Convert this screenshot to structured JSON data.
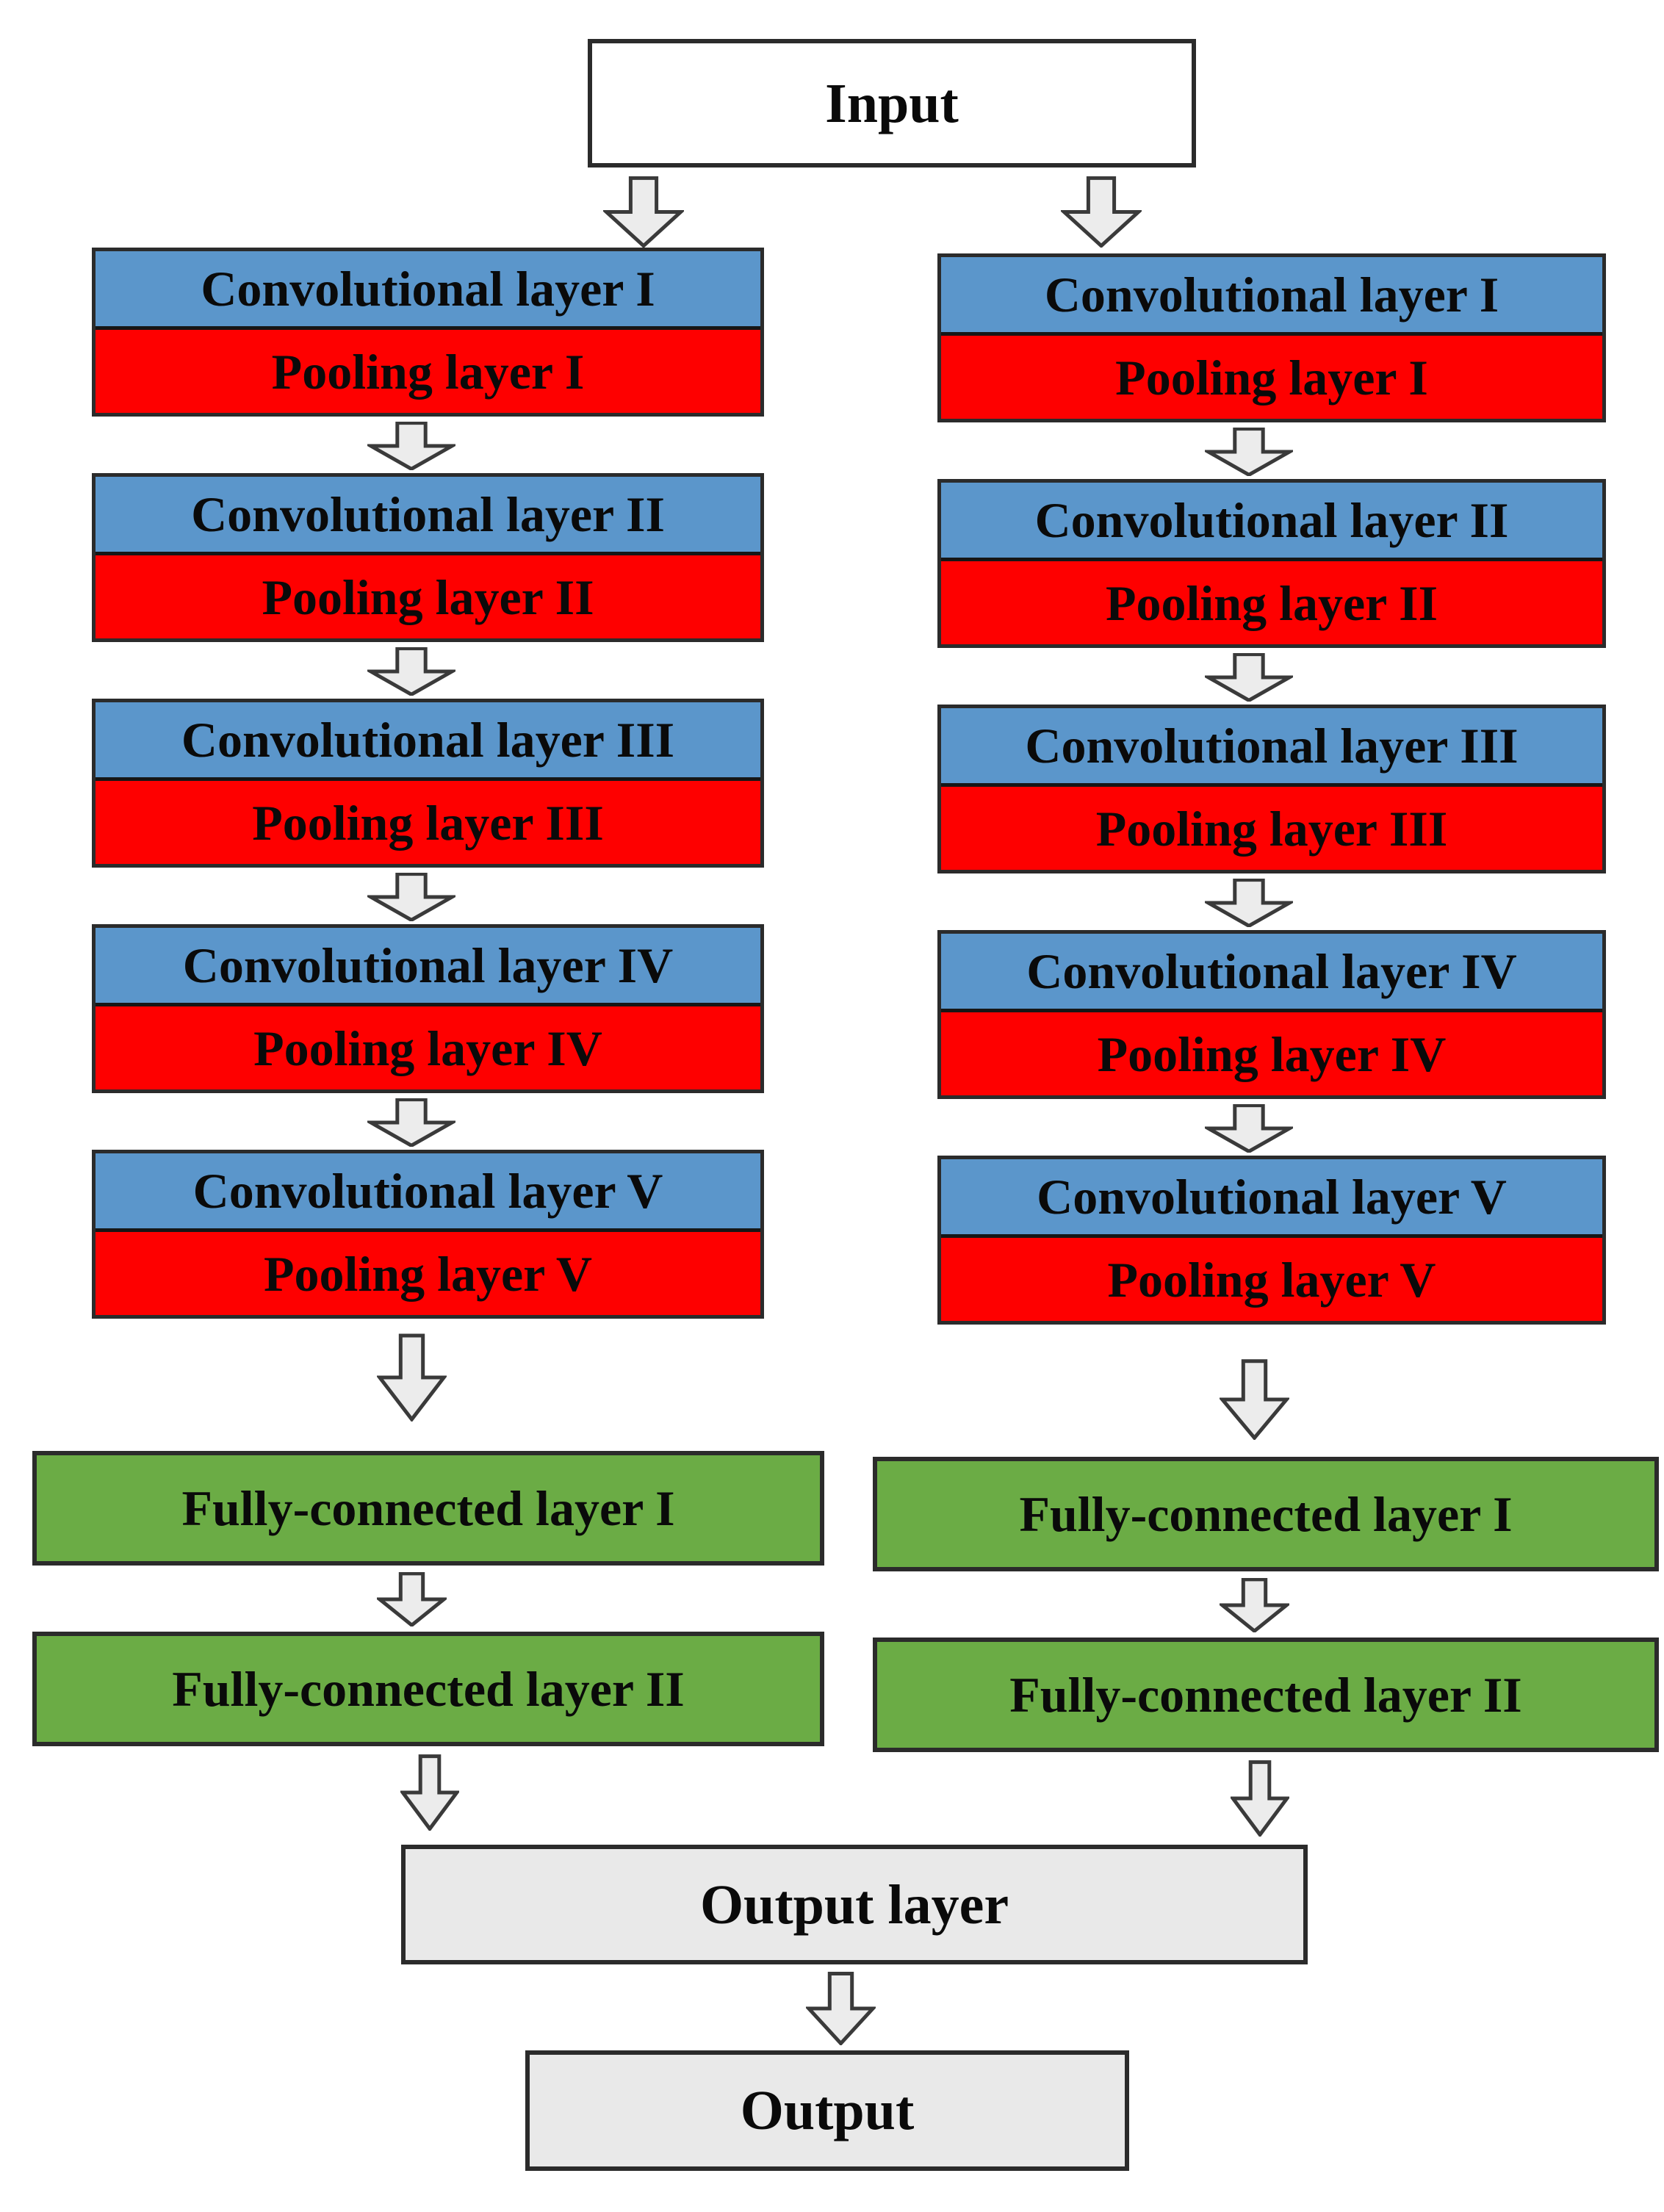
{
  "diagram": {
    "input_label": "Input",
    "output_layer_label": "Output layer",
    "output_label": "Output",
    "columns": [
      {
        "side": "left",
        "blocks": [
          {
            "conv": "Convolutional layer I",
            "pool": "Pooling layer I"
          },
          {
            "conv": "Convolutional layer II",
            "pool": "Pooling layer II"
          },
          {
            "conv": "Convolutional layer III",
            "pool": "Pooling layer III"
          },
          {
            "conv": "Convolutional layer IV",
            "pool": "Pooling layer IV"
          },
          {
            "conv": "Convolutional layer V",
            "pool": "Pooling layer V"
          }
        ],
        "fully_connected": [
          "Fully-connected layer I",
          "Fully-connected layer II"
        ]
      },
      {
        "side": "right",
        "blocks": [
          {
            "conv": "Convolutional layer I",
            "pool": "Pooling layer I"
          },
          {
            "conv": "Convolutional layer II",
            "pool": "Pooling layer II"
          },
          {
            "conv": "Convolutional layer III",
            "pool": "Pooling layer III"
          },
          {
            "conv": "Convolutional layer IV",
            "pool": "Pooling layer IV"
          },
          {
            "conv": "Convolutional layer V",
            "pool": "Pooling layer V"
          }
        ],
        "fully_connected": [
          "Fully-connected layer I",
          "Fully-connected layer II"
        ]
      }
    ],
    "colors": {
      "conv_fill": "#5B96CB",
      "pool_fill": "#FE0000",
      "fc_fill": "#6BAC45",
      "output_fill": "#E9E9E9",
      "input_fill": "#FFFFFF",
      "arrow_fill": "#ECECEC",
      "border": "#2B2B2B"
    }
  }
}
